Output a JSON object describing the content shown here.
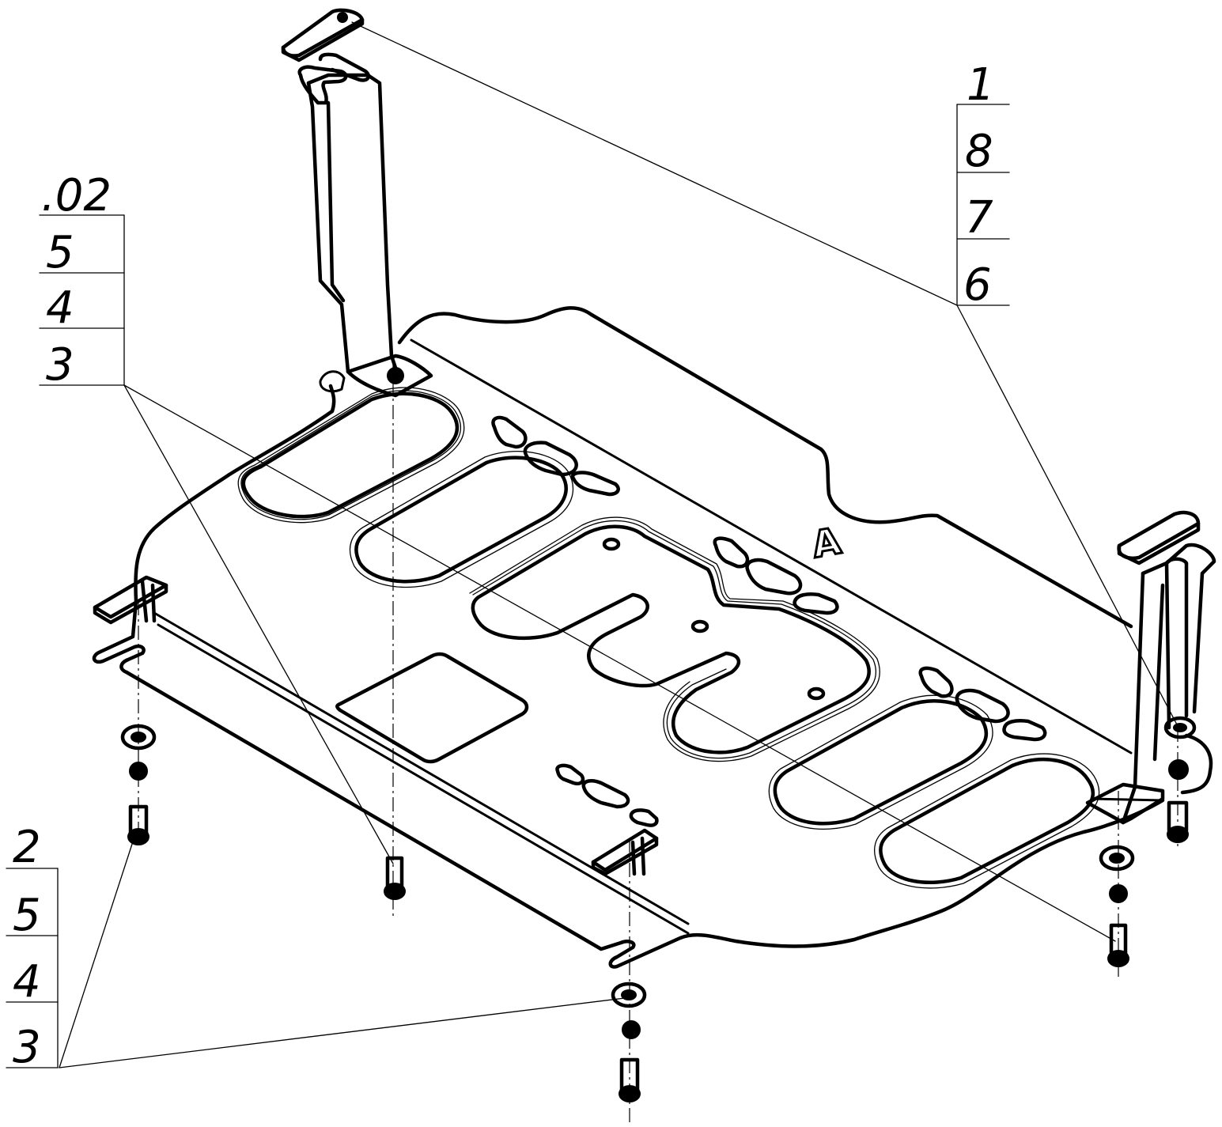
{
  "letter_mark": "A",
  "callouts": {
    "top_right": [
      "1",
      "8",
      "7",
      "6"
    ],
    "top_left": [
      ".02",
      "5",
      "4",
      "3"
    ],
    "bottom_left": [
      "2",
      "5",
      "4",
      "3"
    ]
  }
}
